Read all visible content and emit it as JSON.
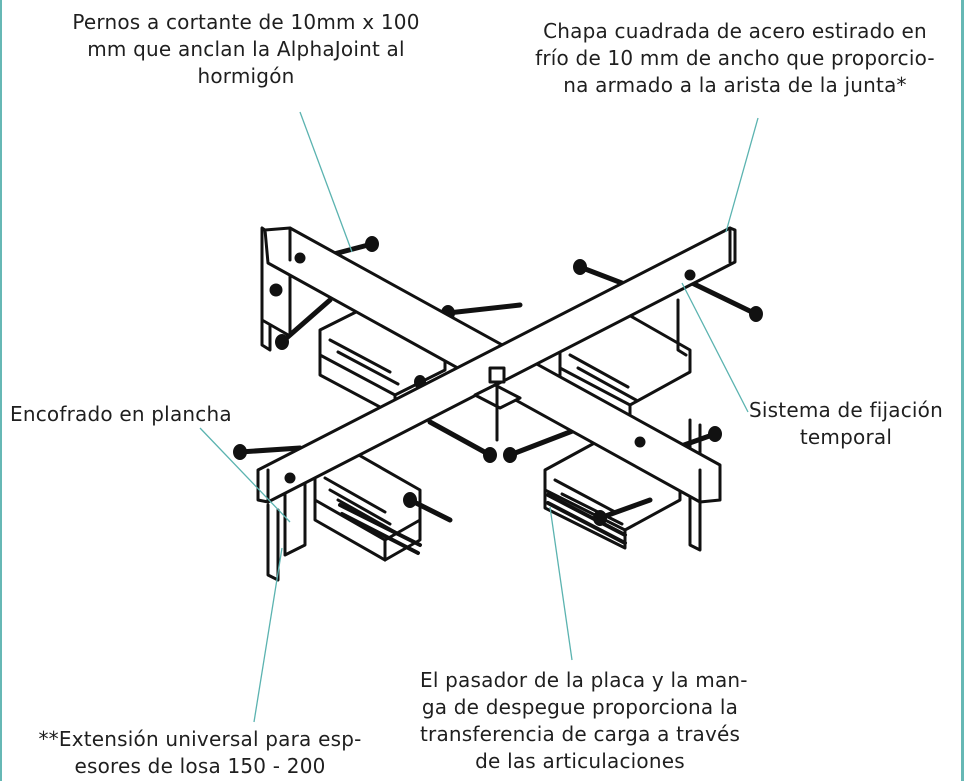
{
  "labels": {
    "pernos": [
      "Pernos a cortante de 10mm x 100",
      "mm que anclan la AlphaJoint al",
      "hormigón"
    ],
    "chapa": [
      "Chapa cuadrada de acero estirado en",
      "frío de 10 mm de ancho que proporcio-",
      "na armado a la arista de la junta*"
    ],
    "encofrado": [
      "Encofrado en plancha"
    ],
    "sistema": [
      "Sistema de fijación",
      "temporal"
    ],
    "pasador": [
      "El pasador de la placa y la man-",
      "ga de despegue proporciona la",
      "transferencia de carga a través",
      "de las articulaciones"
    ],
    "extension": [
      "**Extensión universal para esp-",
      "esores de losa 150 - 200"
    ]
  },
  "colors": {
    "leader": "#5bb3b0",
    "frame": "#66b8b5",
    "ink": "#111111",
    "text": "#1f1f1f"
  }
}
